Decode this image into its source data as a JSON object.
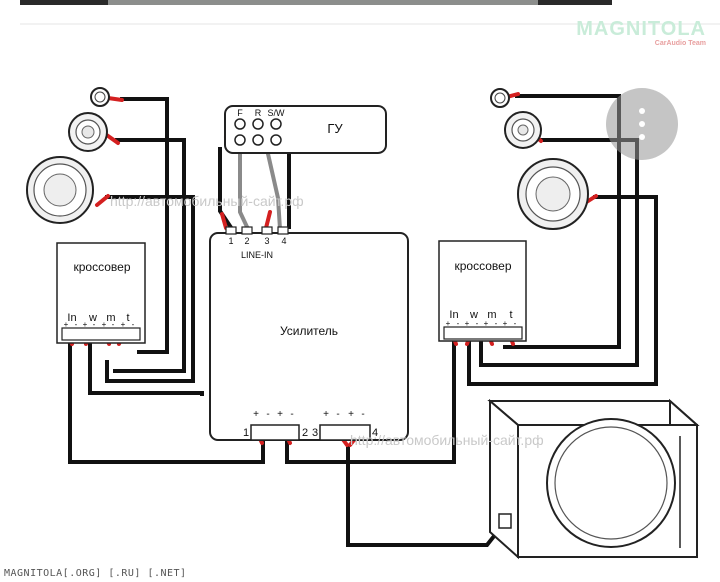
{
  "head_unit": {
    "label": "ГУ",
    "outputs": [
      "F",
      "R",
      "S/W"
    ]
  },
  "amplifier": {
    "label": "Усилитель",
    "input_label": "LINE-IN",
    "input_channels": [
      "1",
      "2",
      "3",
      "4"
    ],
    "output_channels": [
      "1",
      "2",
      "3",
      "4"
    ],
    "polarity_12": [
      "+",
      "-",
      "+",
      "-"
    ],
    "polarity_34": [
      "+",
      "-",
      "+",
      "-"
    ]
  },
  "crossover_left": {
    "label": "кроссовер",
    "terminals": [
      "In",
      "w",
      "m",
      "t"
    ],
    "polarity": [
      "+",
      "-",
      "+",
      "-",
      "+",
      "-",
      "+",
      "-"
    ]
  },
  "crossover_right": {
    "label": "кроссовер",
    "terminals": [
      "In",
      "w",
      "m",
      "t"
    ],
    "polarity": [
      "+",
      "-",
      "+",
      "-",
      "+",
      "-",
      "+",
      "-"
    ]
  },
  "watermark": "http://автомобильный-сайт.рф",
  "logo": {
    "main": "MAGNITOLA",
    "sub": "CarAudio Team"
  },
  "footer": "MAGNITOLA[.ORG] [.RU] [.NET]",
  "colors": {
    "wire_black": "#111111",
    "wire_red": "#d42020",
    "wire_grey": "#888888",
    "outline": "#222222"
  }
}
